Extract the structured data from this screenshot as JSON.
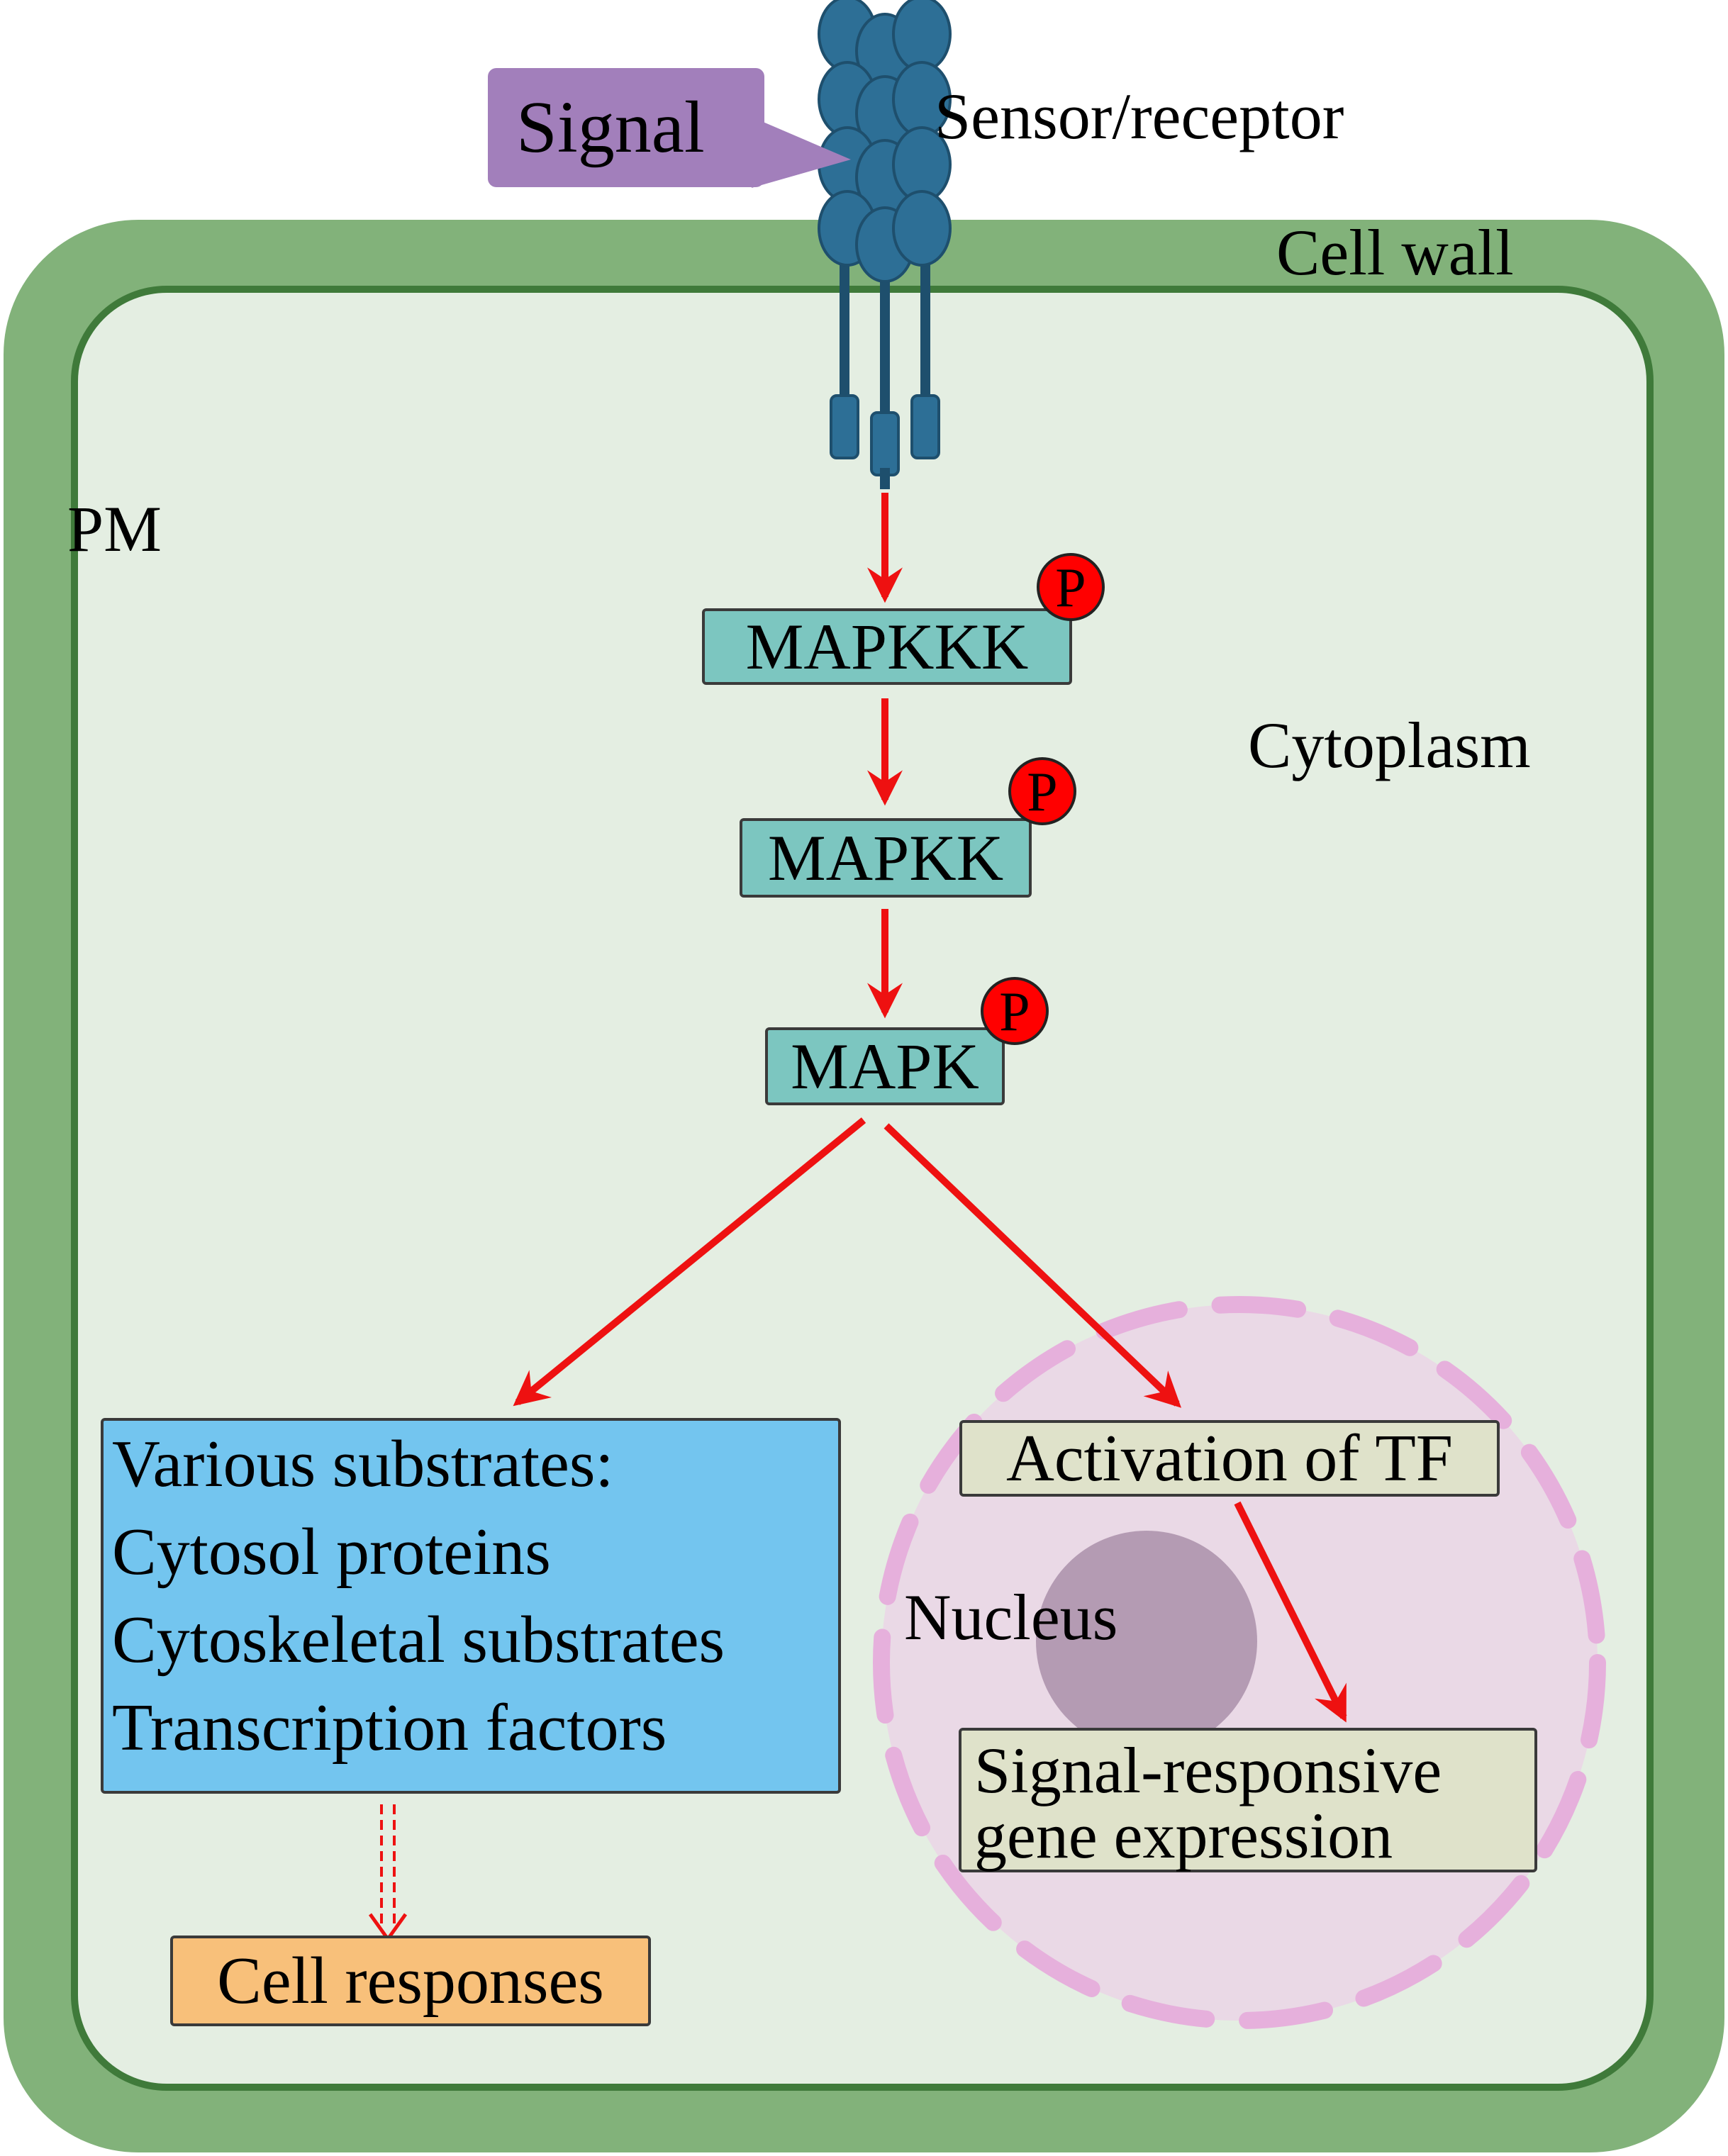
{
  "labels": {
    "signal": "Signal",
    "sensor": "Sensor/receptor",
    "cell_wall": "Cell wall",
    "pm": "PM",
    "cytoplasm": "Cytoplasm",
    "nucleus": "Nucleus"
  },
  "cascade": {
    "mapkkk": "MAPKKK",
    "mapkk": "MAPKK",
    "mapk": "MAPK",
    "phospho": "P"
  },
  "substrates": {
    "heading": "Various substrates:",
    "items": [
      "Cytosol proteins",
      "Cytoskeletal substrates",
      "Transcription factors"
    ]
  },
  "outputs": {
    "cell_responses": "Cell responses",
    "activation_tf": "Activation of TF",
    "gene_expression_line1": "Signal-responsive",
    "gene_expression_line2": "gene expression"
  },
  "colors": {
    "cell_wall": "#82b27a",
    "cytoplasm": "#e4eee2",
    "kinase_box": "#7cc6c0",
    "substrate_box": "#73c5ef",
    "cell_response_box": "#f8c07a",
    "nucleus_box": "#dfe2ca",
    "signal_box": "#a27fbb",
    "receptor": "#2d6f96",
    "arrow": "#ee1111"
  }
}
